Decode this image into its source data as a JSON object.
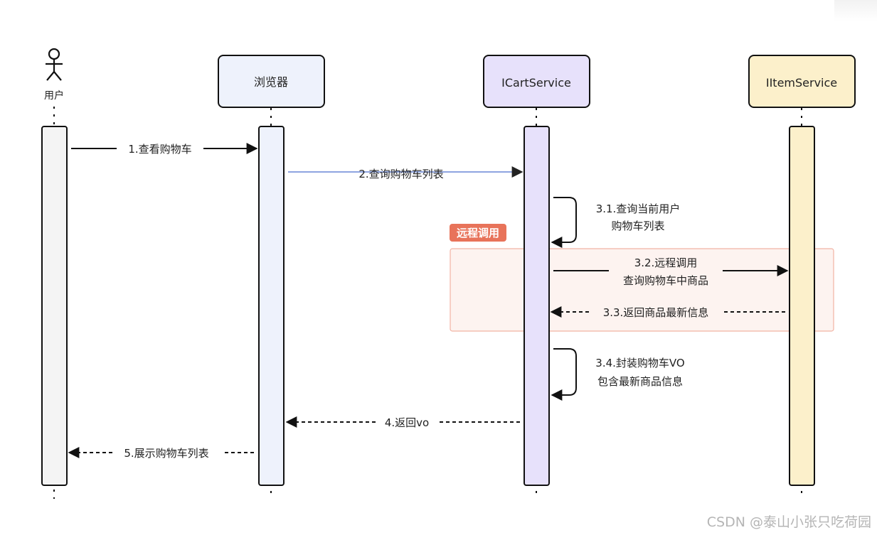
{
  "actor": {
    "label": "用户"
  },
  "participants": [
    {
      "key": "browser",
      "label": "浏览器",
      "fill": "#eef2fc"
    },
    {
      "key": "cart",
      "label": "ICartService",
      "fill": "#e7e1fb"
    },
    {
      "key": "item",
      "label": "IItemService",
      "fill": "#fcf0cb"
    }
  ],
  "group": {
    "label": "远程调用",
    "tag_color": "#e8735a",
    "fill": "#fdf3f0",
    "border": "#f2b3a4"
  },
  "messages": {
    "m1": "1.查看购物车",
    "m2": "2.查询购物车列表",
    "m31": [
      "3.1.查询当前用户",
      "购物车列表"
    ],
    "m32": [
      "3.2.远程调用",
      "查询购物车中商品"
    ],
    "m33": "3.3.返回商品最新信息",
    "m34": [
      "3.4.封装购物车VO",
      "包含最新商品信息"
    ],
    "m4": "4.返回vo",
    "m5": "5.展示购物车列表"
  },
  "watermark": "CSDN @泰山小张只吃荷园"
}
